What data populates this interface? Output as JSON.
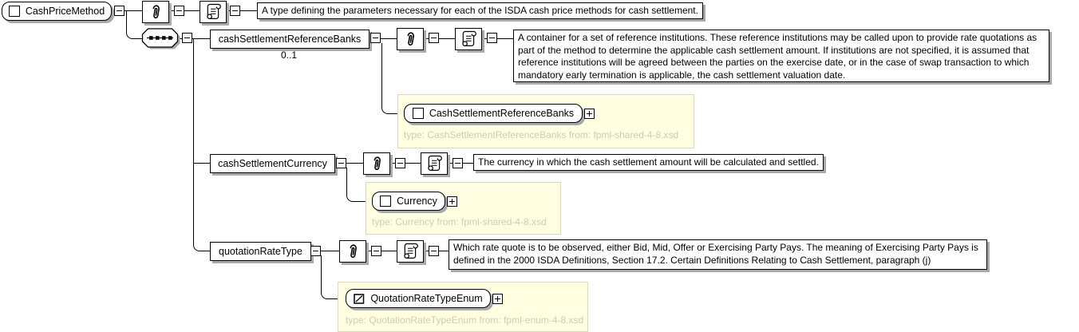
{
  "colors": {
    "canvas_bg": "#ffffff",
    "line": "#000000",
    "box_bg": "#ffffff",
    "box_border": "#000000",
    "shadow": "#a9a9a9",
    "type_container_bg": "#fffee1",
    "type_container_border": "#d8d8c4",
    "type_note_text": "#cfccb4"
  },
  "root": {
    "label": "CashPriceMethod",
    "annotation": "A type defining the parameters necessary for each of the ISDA cash price methods for cash settlement."
  },
  "compositor": {
    "kind": "sequence"
  },
  "children": [
    {
      "name": "cashSettlementReferenceBanks",
      "cardinality": "0..1",
      "annotation": "A container for a set of reference institutions. These reference institutions may be called upon to provide rate quotations as part of the method to determine the applicable cash settlement amount. If institutions are not specified, it is assumed that reference institutions will be agreed between the parties on the exercise date, or in the case of swap transaction to which mandatory early termination is applicable, the cash settlement valuation date.",
      "type_ref": {
        "label": "CashSettlementReferenceBanks",
        "note": "type: CashSettlementReferenceBanks from: fpml-shared-4-8.xsd"
      }
    },
    {
      "name": "cashSettlementCurrency",
      "annotation": "The currency in which the cash settlement amount will be calculated and settled.",
      "type_ref": {
        "label": "Currency",
        "note": "type: Currency from: fpml-shared-4-8.xsd"
      }
    },
    {
      "name": "quotationRateType",
      "annotation": "Which rate quote is to be observed, either Bid, Mid, Offer or Exercising Party Pays. The meaning of Exercising Party Pays is defined in the 2000 ISDA Definitions, Section 17.2. Certain Definitions Relating to Cash Settlement, paragraph (j)",
      "type_ref": {
        "label": "QuotationRateTypeEnum",
        "note": "type: QuotationRateTypeEnum from: fpml-enum-4-8.xsd"
      }
    }
  ]
}
